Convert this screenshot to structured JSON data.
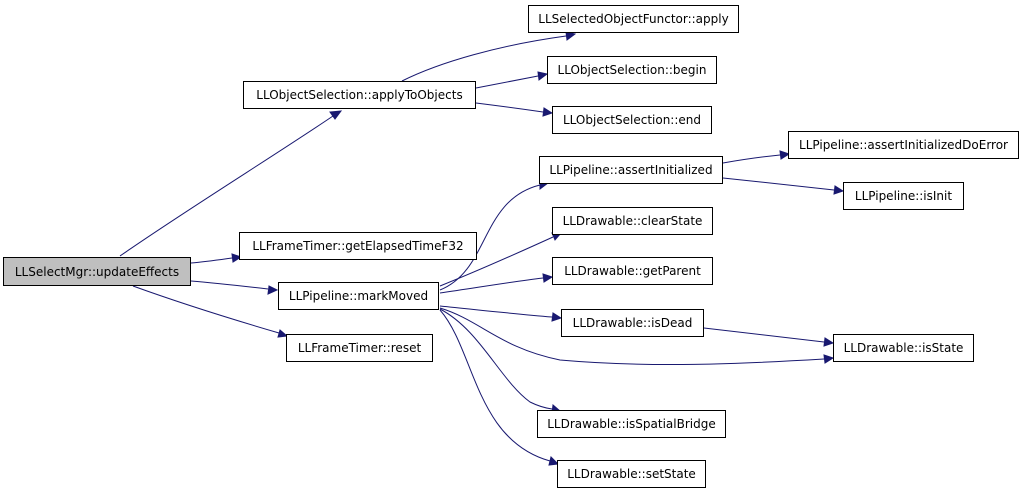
{
  "diagram": {
    "type": "call-graph",
    "edge_color": "#191970",
    "root_fill": "#bfbfbf",
    "nodes": [
      {
        "id": "n0",
        "label": "LLSelectMgr::updateEffects"
      },
      {
        "id": "n1",
        "label": "LLSelectedObjectFunctor::apply"
      },
      {
        "id": "n2",
        "label": "LLObjectSelection::applyToObjects"
      },
      {
        "id": "n3",
        "label": "LLObjectSelection::begin"
      },
      {
        "id": "n4",
        "label": "LLObjectSelection::end"
      },
      {
        "id": "n5",
        "label": "LLPipeline::assertInitializedDoError"
      },
      {
        "id": "n6",
        "label": "LLPipeline::assertInitialized"
      },
      {
        "id": "n7",
        "label": "LLPipeline::isInit"
      },
      {
        "id": "n8",
        "label": "LLDrawable::clearState"
      },
      {
        "id": "n9",
        "label": "LLFrameTimer::getElapsedTimeF32"
      },
      {
        "id": "n10",
        "label": "LLDrawable::getParent"
      },
      {
        "id": "n11",
        "label": "LLPipeline::markMoved"
      },
      {
        "id": "n12",
        "label": "LLDrawable::isDead"
      },
      {
        "id": "n13",
        "label": "LLDrawable::isState"
      },
      {
        "id": "n14",
        "label": "LLFrameTimer::reset"
      },
      {
        "id": "n15",
        "label": "LLDrawable::isSpatialBridge"
      },
      {
        "id": "n16",
        "label": "LLDrawable::setState"
      }
    ],
    "edges": [
      [
        "n0",
        "n2"
      ],
      [
        "n0",
        "n9"
      ],
      [
        "n0",
        "n11"
      ],
      [
        "n0",
        "n14"
      ],
      [
        "n2",
        "n1"
      ],
      [
        "n2",
        "n3"
      ],
      [
        "n2",
        "n4"
      ],
      [
        "n11",
        "n6"
      ],
      [
        "n11",
        "n8"
      ],
      [
        "n11",
        "n10"
      ],
      [
        "n11",
        "n12"
      ],
      [
        "n11",
        "n13"
      ],
      [
        "n11",
        "n15"
      ],
      [
        "n11",
        "n16"
      ],
      [
        "n6",
        "n5"
      ],
      [
        "n6",
        "n7"
      ],
      [
        "n12",
        "n13"
      ]
    ]
  }
}
